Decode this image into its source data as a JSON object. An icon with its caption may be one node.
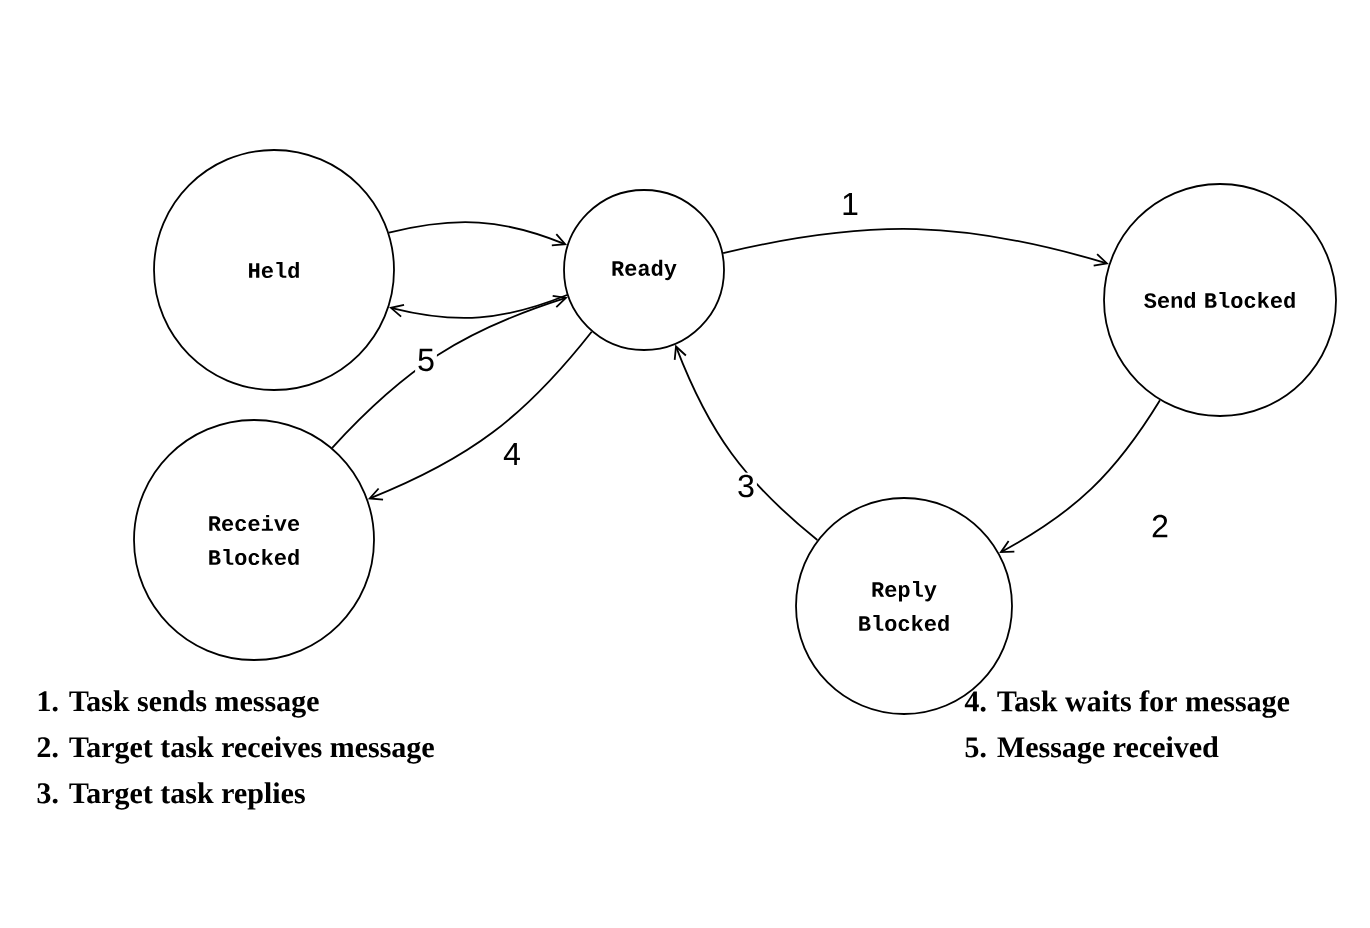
{
  "diagram": {
    "nodes": [
      {
        "text": [
          "Held"
        ]
      },
      {
        "text": [
          "Ready"
        ]
      },
      {
        "text": [
          "Send Blocked"
        ]
      },
      {
        "text": [
          "Receive Blocked"
        ]
      },
      {
        "text": [
          "Reply Blocked"
        ]
      }
    ],
    "edges": [
      {
        "from": 0,
        "to": 1,
        "arrow": "to"
      },
      {
        "from": 1,
        "to": 0,
        "arrow": "to"
      },
      {
        "from": 1,
        "to": 2,
        "arrow": "to",
        "label": "1"
      },
      {
        "from": 2,
        "to": 4,
        "arrow": "to",
        "label": "2"
      },
      {
        "from": 4,
        "to": 1,
        "arrow": "to",
        "label": "3"
      },
      {
        "from": 1,
        "to": 3,
        "arrow": "to",
        "label": "4"
      },
      {
        "from": 3,
        "to": 1,
        "arrow": "to",
        "label": "5"
      }
    ],
    "labels": [
      "1. Task sends message",
      "2. Target task receives message",
      "3. Target task replies",
      "4. Task waits for message",
      "5. Message received"
    ]
  }
}
